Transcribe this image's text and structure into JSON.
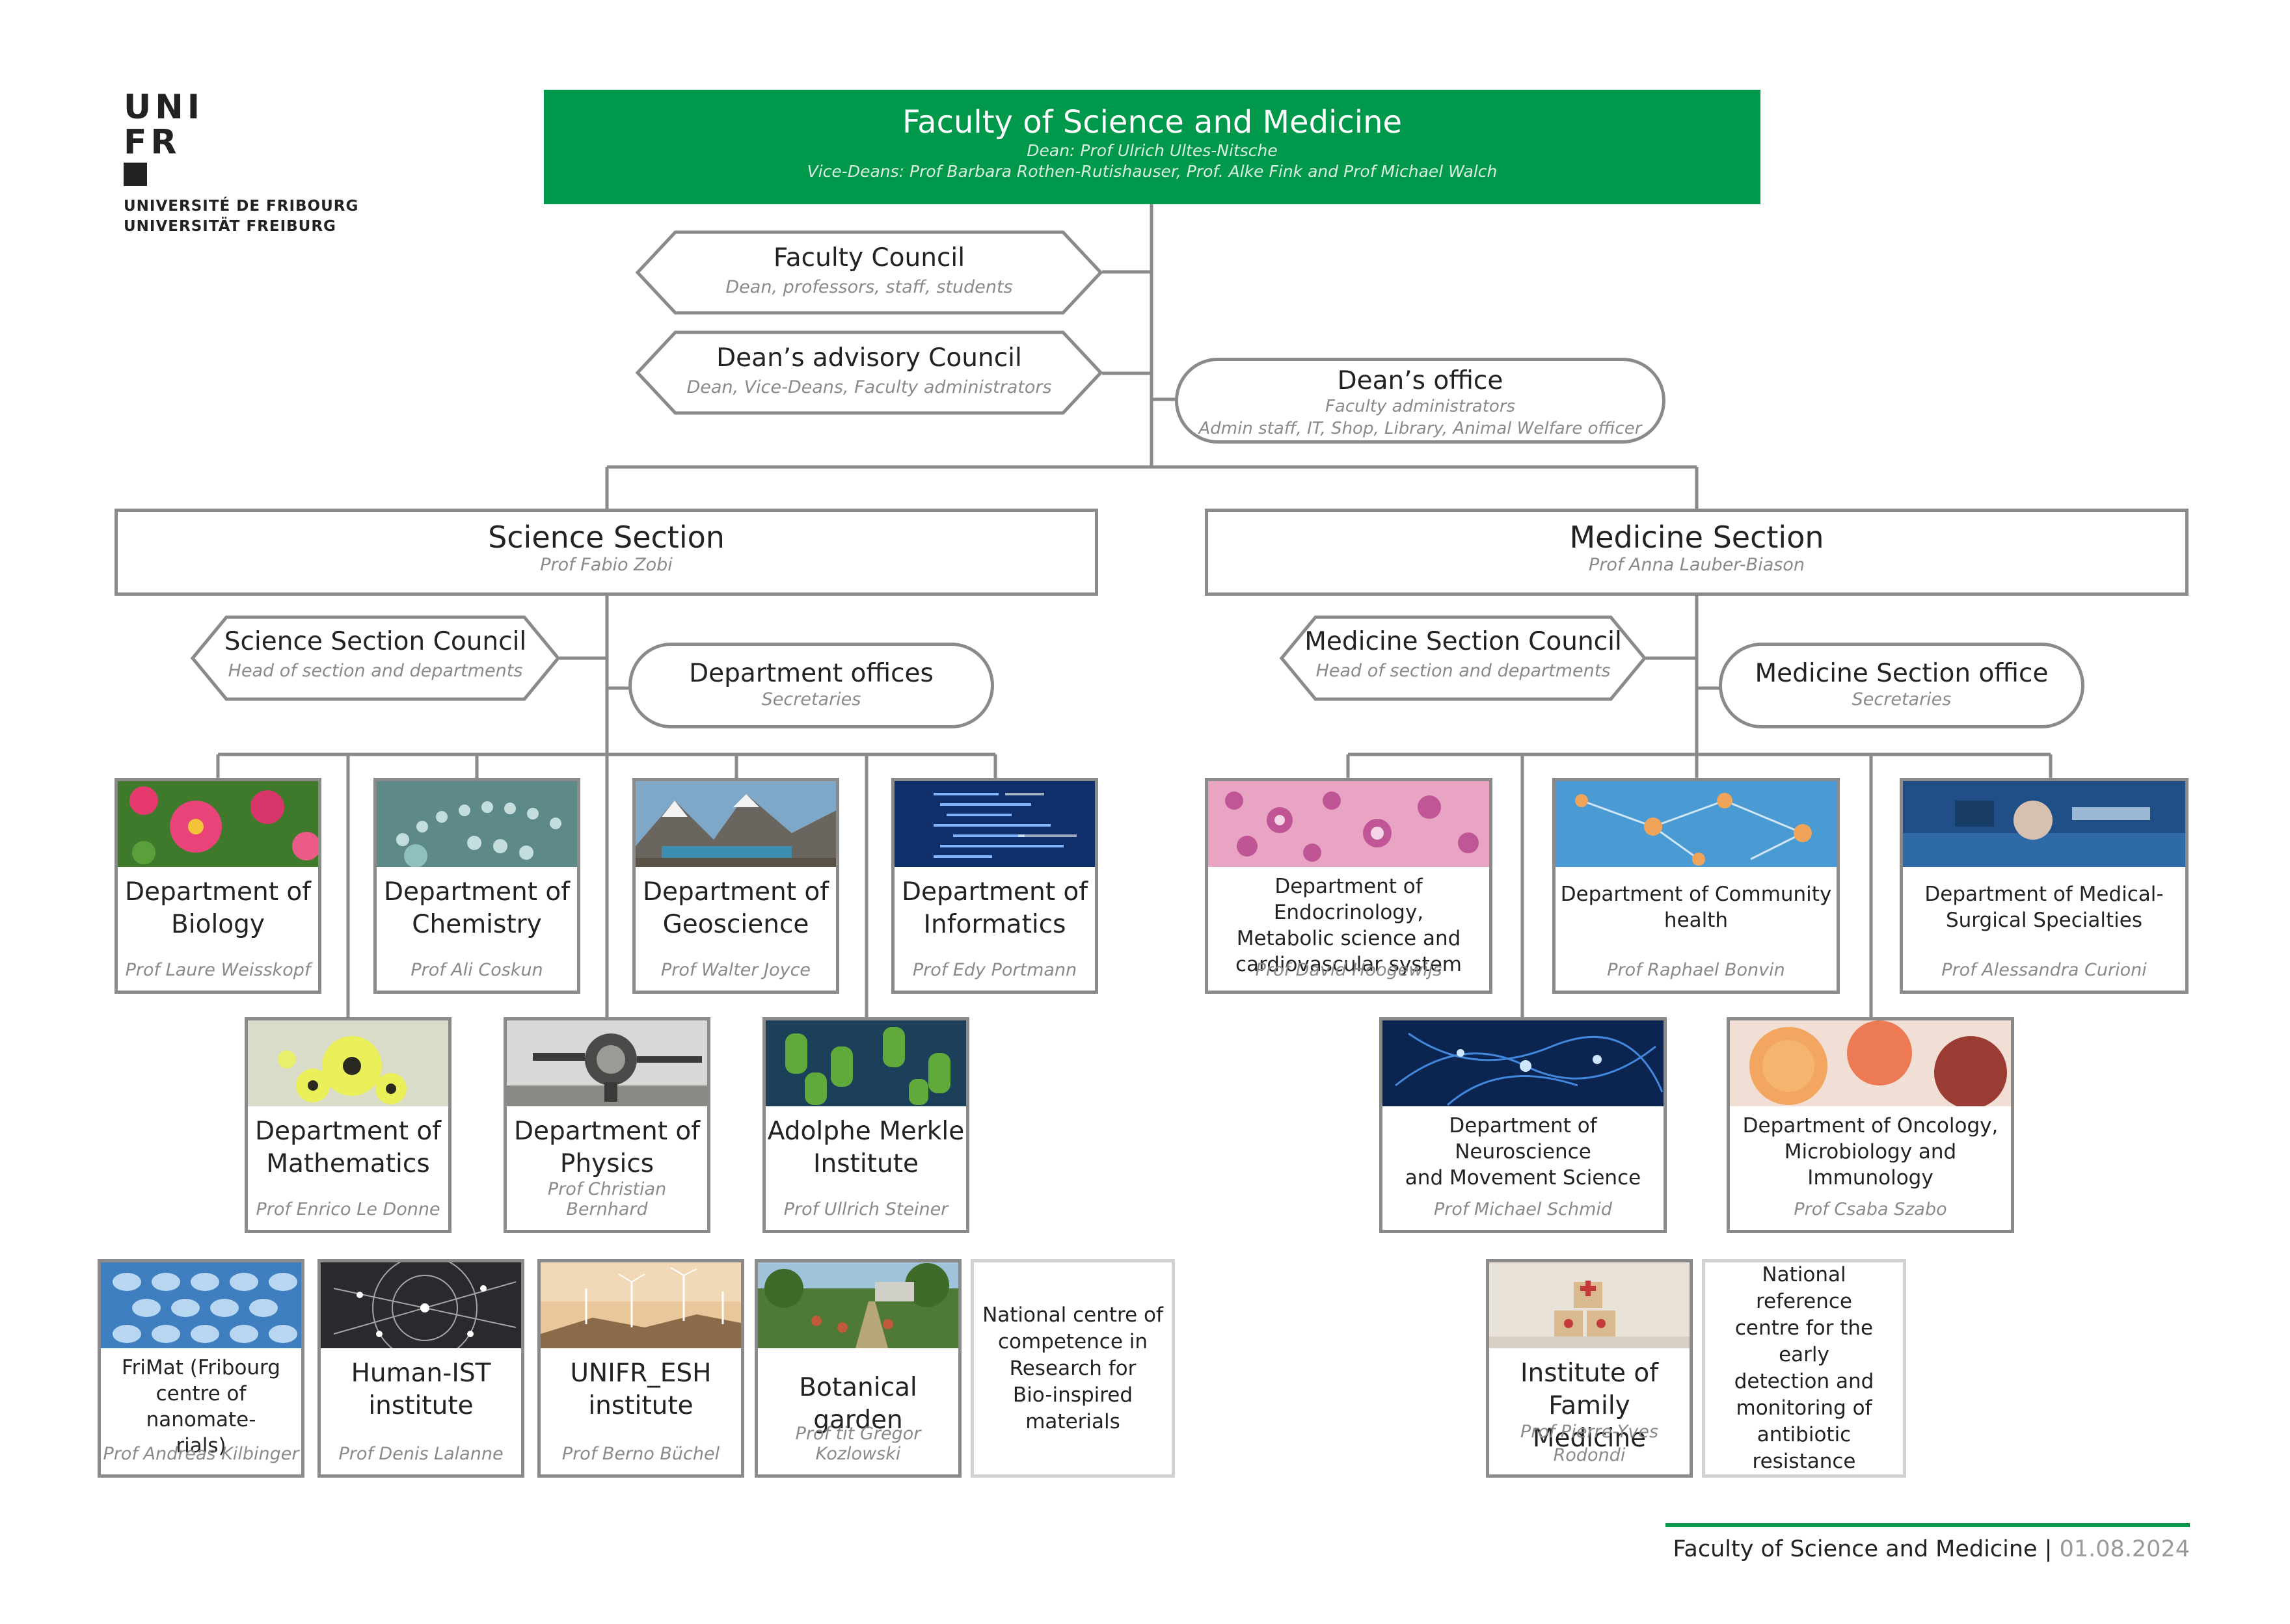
{
  "logo": {
    "line1": "UNI",
    "line2": "FR",
    "name_fr": "UNIVERSITÉ DE FRIBOURG",
    "name_de": "UNIVERSITÄT FREIBURG"
  },
  "faculty": {
    "title": "Faculty of Science and Medicine",
    "dean": "Dean: Prof Ulrich Ultes-Nitsche",
    "vice_deans": "Vice-Deans: Prof Barbara Rothen-Rutishauser, Prof. Alke Fink and Prof Michael Walch"
  },
  "faculty_council": {
    "title": "Faculty Council",
    "sub": "Dean, professors, staff, students"
  },
  "deans_advisory": {
    "title": "Dean’s advisory Council",
    "sub": "Dean, Vice-Deans, Faculty administrators"
  },
  "deans_office": {
    "title": "Dean’s office",
    "sub1": "Faculty administrators",
    "sub2": "Admin staff, IT, Shop, Library, Animal Welfare officer"
  },
  "science": {
    "title": "Science Section",
    "head": "Prof Fabio Zobi",
    "council": {
      "title": "Science Section Council",
      "sub": "Head of section and departments"
    },
    "offices": {
      "title": "Department offices",
      "sub": "Secretaries"
    },
    "departments": [
      {
        "name1": "Department of",
        "name2": "Biology",
        "prof": "Prof Laure Weisskopf",
        "image": "flower"
      },
      {
        "name1": "Department of",
        "name2": "Chemistry",
        "prof": "Prof Ali Coskun",
        "image": "molecules"
      },
      {
        "name1": "Department of",
        "name2": "Geoscience",
        "prof": "Prof Walter Joyce",
        "image": "mountains"
      },
      {
        "name1": "Department of",
        "name2": "Informatics",
        "prof": "Prof Edy Portmann",
        "image": "code"
      },
      {
        "name1": "Department of",
        "name2": "Mathematics",
        "prof": "Prof Enrico Le Donne",
        "image": "fractal"
      },
      {
        "name1": "Department of",
        "name2": "Physics",
        "prof": "Prof Christian Bernhard",
        "image": "instrument"
      },
      {
        "name1": "Adolphe Merkle",
        "name2": "Institute",
        "prof": "Prof Ullrich Steiner",
        "image": "pillars"
      }
    ],
    "centres": [
      {
        "name1": "FriMat (Fribourg",
        "name2": "centre of nanomate-",
        "name3": "rials)",
        "prof": "Prof Andreas Kilbinger",
        "image": "honeycomb"
      },
      {
        "name1": "Human-IST",
        "name2": "institute",
        "prof": "Prof Denis Lalanne",
        "image": "network"
      },
      {
        "name1": "UNIFR_ESH",
        "name2": "institute",
        "prof": "Prof Berno Büchel",
        "image": "windfarm"
      },
      {
        "name1": "Botanical garden",
        "prof": "Prof tit Gregor Kozlowski",
        "image": "garden"
      }
    ],
    "nccr": {
      "l1": "National centre of",
      "l2": "competence in",
      "l3": "Research for",
      "l4": "Bio-inspired",
      "l5": "materials"
    }
  },
  "medicine": {
    "title": "Medicine Section",
    "head": "Prof Anna Lauber-Biason",
    "council": {
      "title": "Medicine Section Council",
      "sub": "Head of section and departments"
    },
    "office": {
      "title": "Medicine Section office",
      "sub": "Secretaries"
    },
    "departments": [
      {
        "name1": "Department of Endocrinology,",
        "name2": "Metabolic science and",
        "name3": "cardiovascular system",
        "prof": "Prof David Hoogewijs",
        "image": "tissue"
      },
      {
        "name1": "Department of Community",
        "name2": "health",
        "prof": "Prof Raphael Bonvin",
        "image": "community-network"
      },
      {
        "name1": "Department of Medical-",
        "name2": "Surgical Specialties",
        "prof": "Prof Alessandra Curioni",
        "image": "surgery"
      },
      {
        "name1": "Department of Neuroscience",
        "name2": "and Movement Science",
        "prof": "Prof Michael Schmid",
        "image": "neurons"
      },
      {
        "name1": "Department of Oncology,",
        "name2": "Microbiology and",
        "name3": "Immunology",
        "prof": "Prof Csaba Szabo",
        "image": "petri-dishes"
      }
    ],
    "family": {
      "name1": "Institute of",
      "name2": "Family Medicine",
      "prof1": "Prof Pierre-Yves",
      "prof2": "Rodondi",
      "image": "health-blocks"
    },
    "reference": {
      "l1": "National reference",
      "l2": "centre for the early",
      "l3": "detection and",
      "l4": "monitoring of",
      "l5": "antibiotic resistance"
    }
  },
  "footer": {
    "title": "Faculty of Science and Medicine",
    "separator": " | ",
    "date": "01.08.2024"
  },
  "colors": {
    "green": "#00984a",
    "border": "#8a8a8a",
    "subtext": "#8a8a8a"
  }
}
